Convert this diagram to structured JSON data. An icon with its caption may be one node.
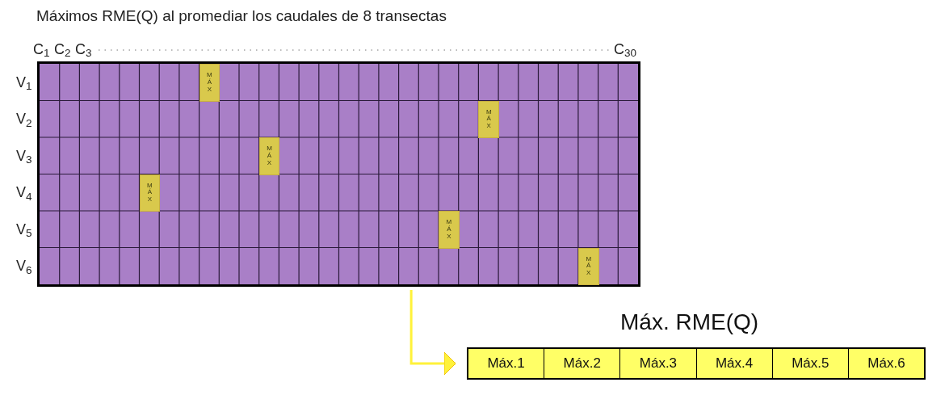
{
  "diagram": {
    "title": "Máximos RME(Q) al promediar los caudales de 8 transectas",
    "nodes": [
      {
        "text": [],
        "shape": "box"
      },
      {
        "text": [
          "MÁX"
        ],
        "in": 0
      },
      {
        "text": [
          "MÁX"
        ],
        "in": 0
      },
      {
        "text": [
          "MÁX"
        ],
        "in": 0
      },
      {
        "text": [
          "MÁX"
        ],
        "in": 0
      },
      {
        "text": [
          "MÁX"
        ],
        "in": 0
      },
      {
        "text": [
          "MÁX"
        ],
        "in": 0
      },
      {
        "text": [
          "Máx. RME(Q)"
        ]
      },
      {
        "text": [
          "Máx.1"
        ],
        "in": 7
      },
      {
        "text": [
          "Máx.2"
        ],
        "in": 7
      },
      {
        "text": [
          "Máx.3"
        ],
        "in": 7
      },
      {
        "text": [
          "Máx.4"
        ],
        "in": 7
      },
      {
        "text": [
          "Máx.5"
        ],
        "in": 7
      },
      {
        "text": [
          "Máx.6"
        ],
        "in": 7
      }
    ],
    "edges": [
      {
        "from": 0,
        "to": 7,
        "arrow": "to",
        "color": "#fff23a"
      }
    ],
    "labels": [
      "C$_{1}$",
      "C$_{2}$",
      "C$_{3}$",
      "C$_{30}$",
      "V$_{1}$",
      "V$_{2}$",
      "V$_{3}$",
      "V$_{4}$",
      "V$_{5}$",
      "V$_{6}$"
    ]
  }
}
